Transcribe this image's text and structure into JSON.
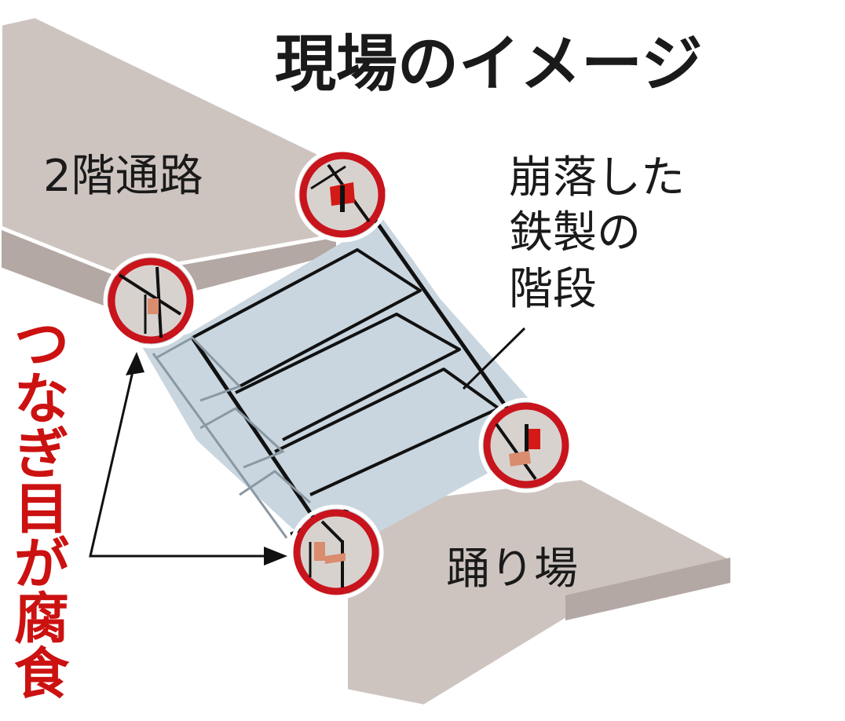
{
  "title": "現場のイメージ",
  "labels": {
    "upper_walkway": "2階通路",
    "stairs_line1": "崩落した",
    "stairs_line2": "鉄製の",
    "stairs_line3": "階段",
    "landing": "踊り場"
  },
  "callout": {
    "chars": [
      "つ",
      "な",
      "ぎ",
      "目",
      "が",
      "腐",
      "食"
    ]
  },
  "colors": {
    "floor_top": "#cdc4c0",
    "floor_side": "#b3a8a4",
    "floor_edge": "#ffffff",
    "stair_fill": "#c9d6df",
    "stair_line": "#111111",
    "circle": "#c8141c",
    "callout_text": "#cc1111",
    "rust": "#d98c6e",
    "bracket_red": "#d41a16"
  }
}
